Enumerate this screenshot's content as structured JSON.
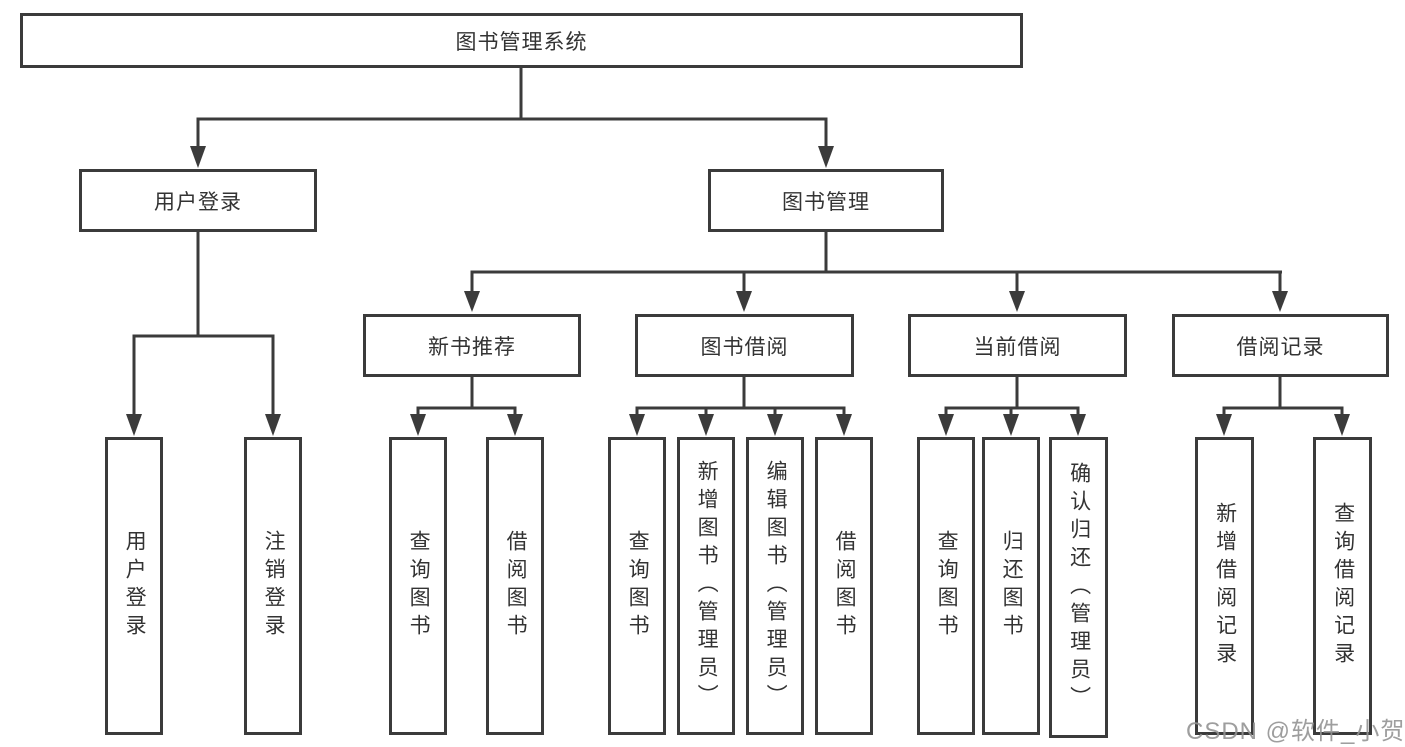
{
  "tree": {
    "label": "图书管理系统",
    "children": [
      {
        "label": "用户登录",
        "children": [
          {
            "label": "用户登录"
          },
          {
            "label": "注销登录"
          }
        ]
      },
      {
        "label": "图书管理",
        "children": [
          {
            "label": "新书推荐",
            "children": [
              {
                "label": "查询图书"
              },
              {
                "label": "借阅图书"
              }
            ]
          },
          {
            "label": "图书借阅",
            "children": [
              {
                "label": "查询图书"
              },
              {
                "label": "新增图书（管理员）"
              },
              {
                "label": "编辑图书（管理员）"
              },
              {
                "label": "借阅图书"
              }
            ]
          },
          {
            "label": "当前借阅",
            "children": [
              {
                "label": "查询图书"
              },
              {
                "label": "归还图书"
              },
              {
                "label": "确认归还（管理员）"
              }
            ]
          },
          {
            "label": "借阅记录",
            "children": [
              {
                "label": "新增借阅记录"
              },
              {
                "label": "查询借阅记录"
              }
            ]
          }
        ]
      }
    ]
  },
  "watermark": "CSDN @软件_小贺同学",
  "colors": {
    "line": "#3b3b3b",
    "box_border": "#3b3b3b",
    "text": "#333333",
    "background": "#ffffff",
    "watermark": "#949494"
  }
}
